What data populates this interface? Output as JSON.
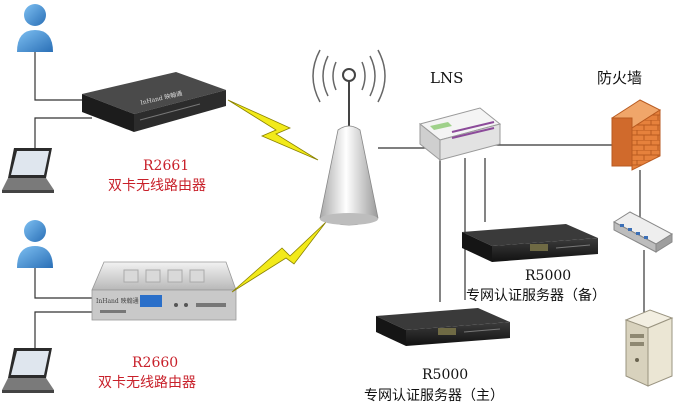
{
  "labels": {
    "lns": "LNS",
    "firewall": "防火墙",
    "router_top_model": "R2661",
    "router_top_desc": "双卡无线路由器",
    "router_bottom_model": "R2660",
    "router_bottom_desc": "双卡无线路由器",
    "server_backup_model": "R5000",
    "server_backup_desc": "专网认证服务器（备）",
    "server_main_model": "R5000",
    "server_main_desc": "专网认证服务器（主）",
    "router_top_brand": "InHand 映翰通",
    "router_bottom_brand": "InHand 映翰通"
  },
  "colors": {
    "label_red": "#c8202a",
    "label_black": "#111111",
    "lightning": "#f2ea1a",
    "user_icon": "#3e8fd6",
    "firewall_brick": "#e6813c",
    "line": "#333333"
  },
  "icons": [
    "user-icon",
    "laptop-icon",
    "router-icon",
    "antenna-tower-icon",
    "lightning-icon",
    "lns-router-icon",
    "firewall-icon",
    "switch-icon",
    "rack-server-icon",
    "tower-server-icon"
  ]
}
